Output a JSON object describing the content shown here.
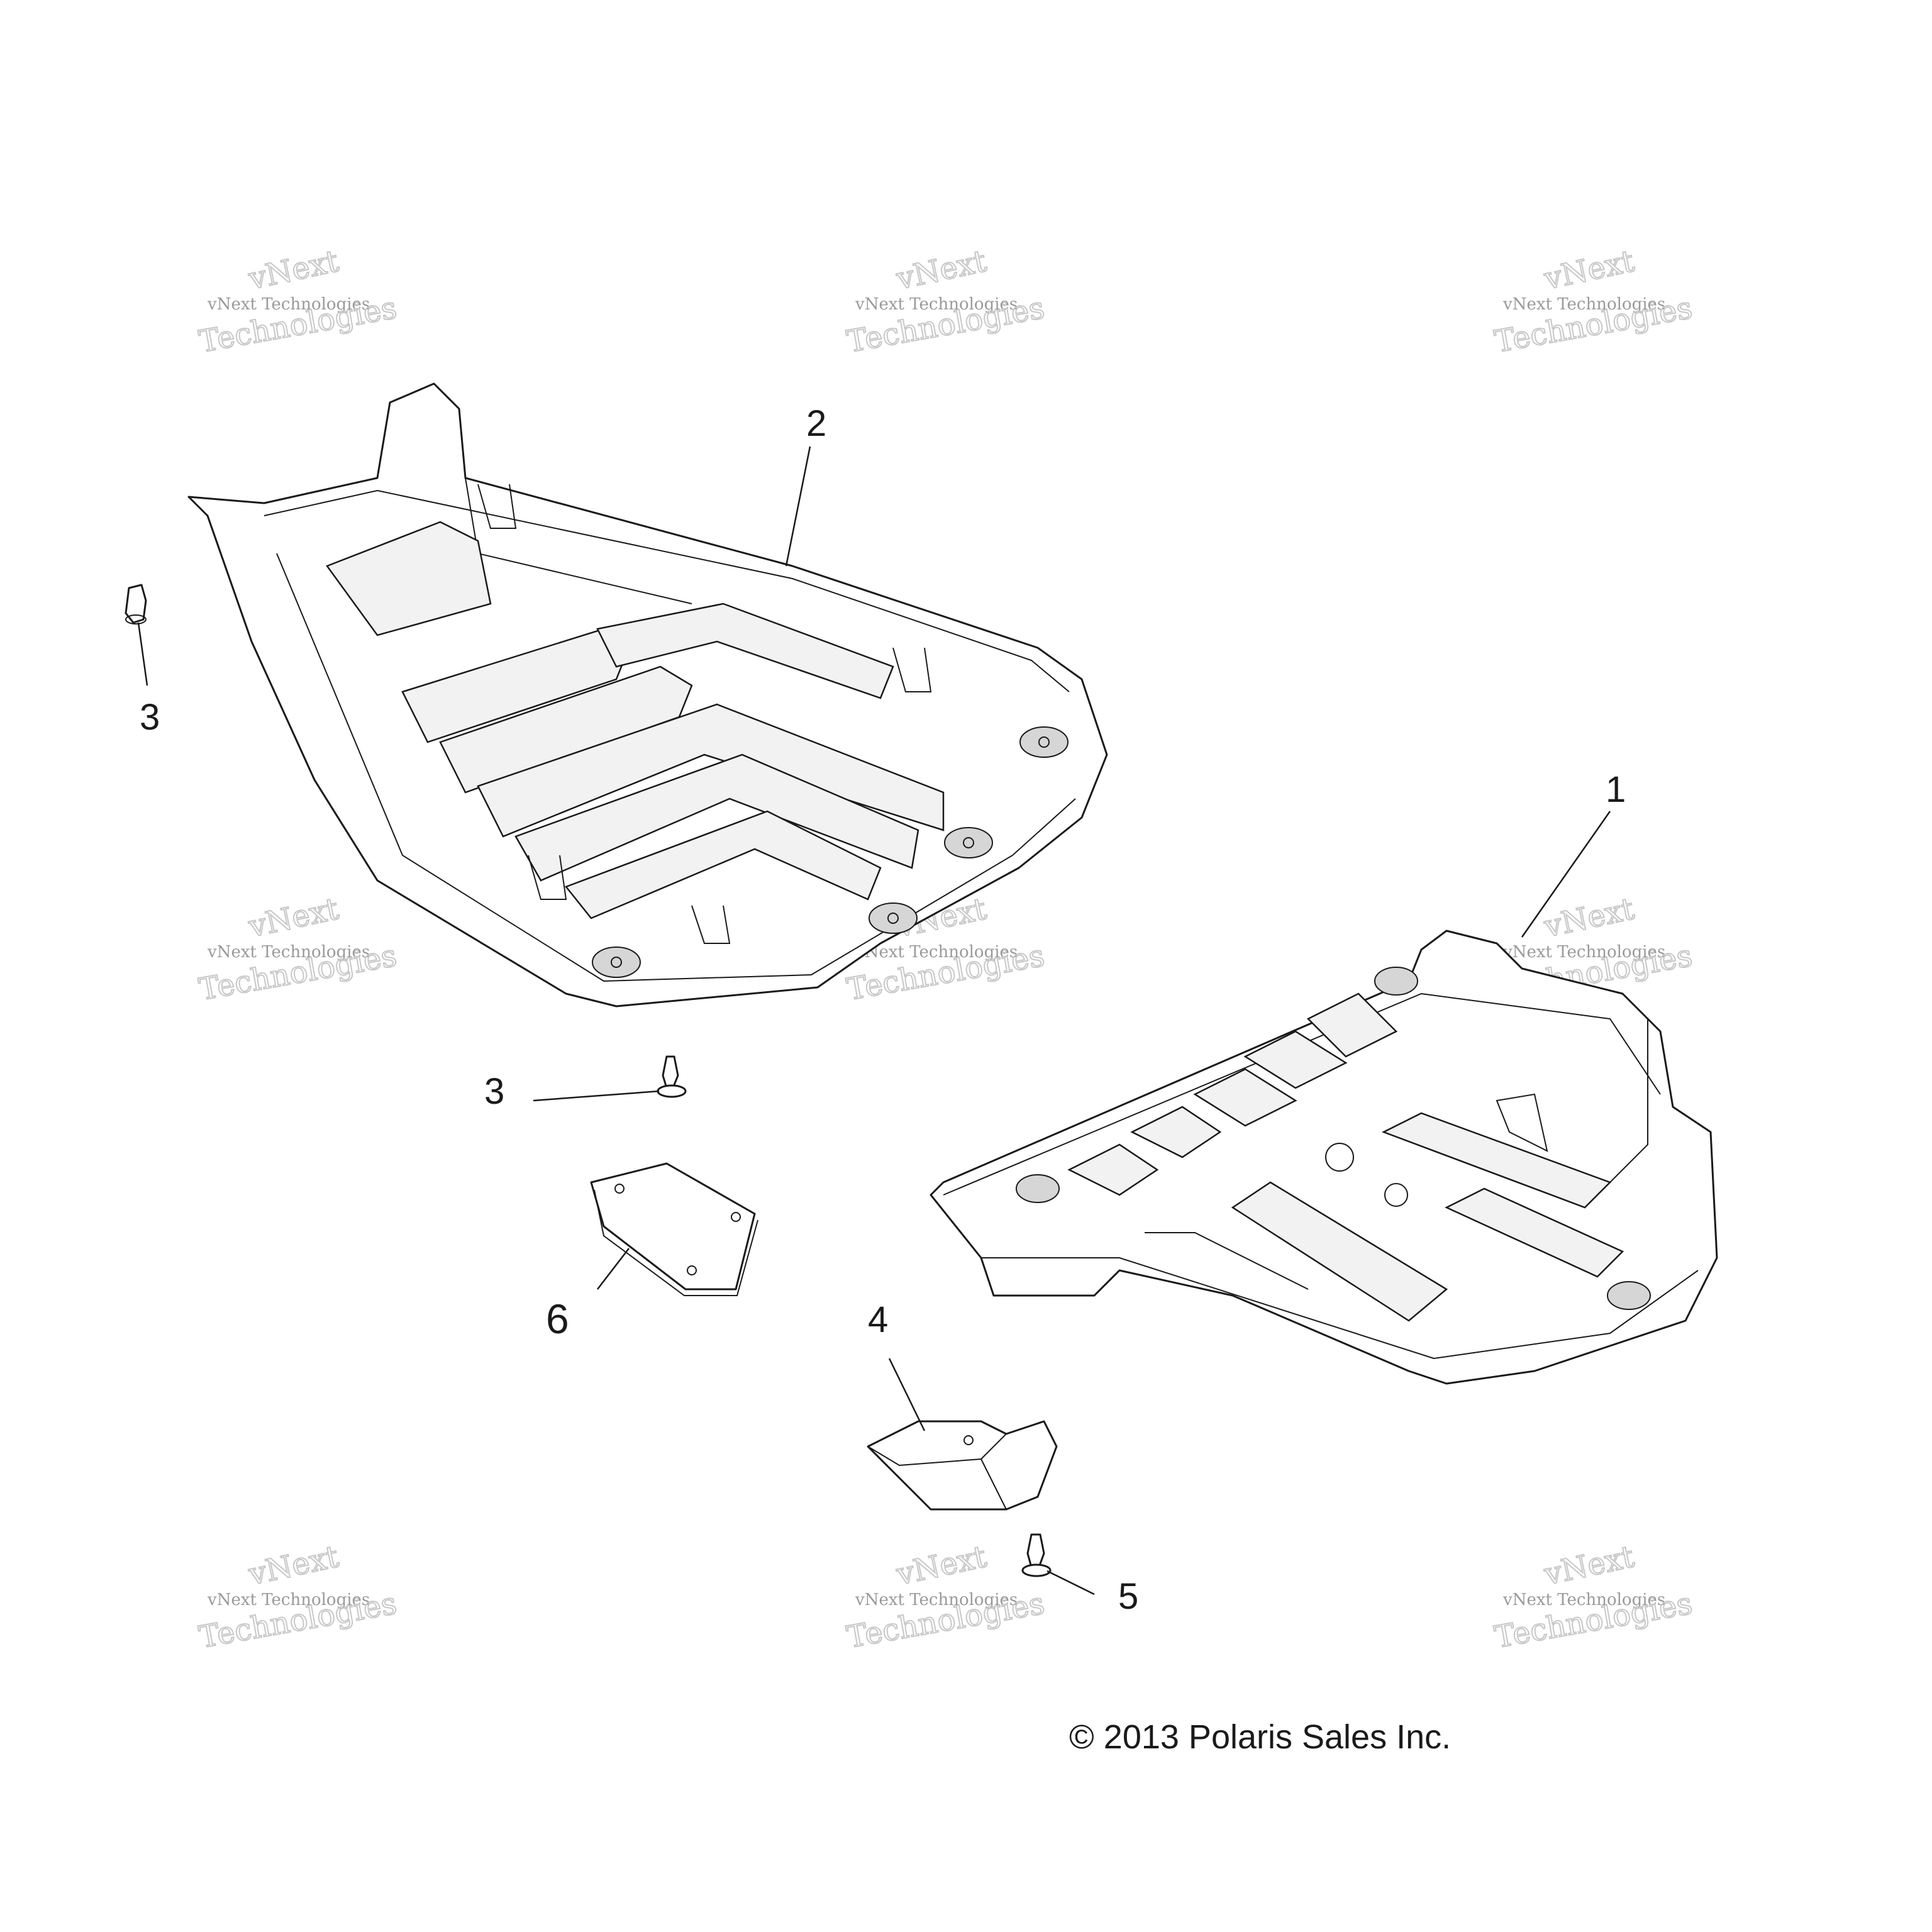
{
  "callouts": {
    "c1": "1",
    "c2": "2",
    "c3a": "3",
    "c3b": "3",
    "c4": "4",
    "c5": "5",
    "c6": "6"
  },
  "copyright": "© 2013 Polaris Sales Inc.",
  "watermark": {
    "line1": "vNext",
    "line2": "vNext Technologies",
    "line3": "Technologies"
  },
  "colors": {
    "line": "#1a1a1a",
    "watermark": "#c8c8c8"
  }
}
